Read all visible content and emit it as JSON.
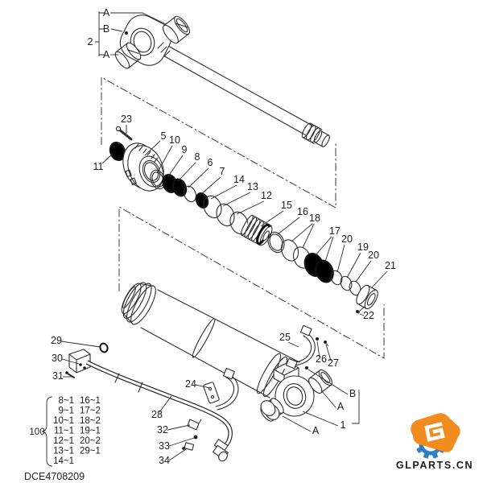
{
  "drawing": {
    "number": "DCE4708209"
  },
  "callouts": {
    "a": "A",
    "b": "B",
    "n1": "1",
    "n2": "2",
    "n5": "5",
    "n6": "6",
    "n7": "7",
    "n8": "8",
    "n9": "9",
    "n10": "10",
    "n11": "11",
    "n12": "12",
    "n13": "13",
    "n14": "14",
    "n15": "15",
    "n16": "16",
    "n17": "17",
    "n18": "18",
    "n19": "19",
    "n20": "20",
    "n21": "21",
    "n22": "22",
    "n23": "23",
    "n24": "24",
    "n25": "25",
    "n26": "26",
    "n27": "27",
    "n28": "28",
    "n29": "29",
    "n30": "30",
    "n31": "31",
    "n32": "32",
    "n33": "33",
    "n34": "34",
    "n100": "100"
  },
  "quantity_table": {
    "group_ref": "100",
    "col1": [
      "8~1",
      "9~1",
      "10~1",
      "11~1",
      "12~1",
      "13~1",
      "14~1"
    ],
    "col2": [
      "16~1",
      "17~2",
      "18~2",
      "19~1",
      "20~2",
      "29~1"
    ]
  },
  "watermark": {
    "brand": "GLPARTS.CN",
    "orange": "#F28C1E",
    "blue": "#2E7FC2"
  }
}
